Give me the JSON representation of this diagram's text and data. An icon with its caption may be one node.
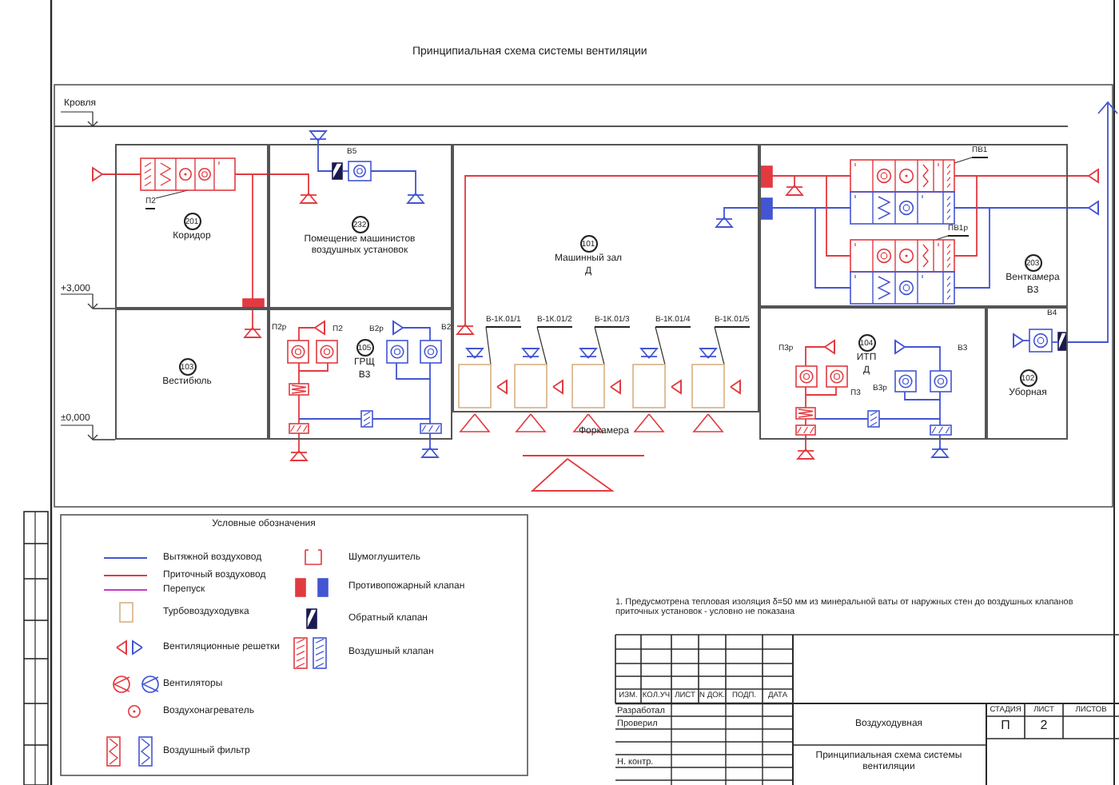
{
  "diagram": {
    "title": "Принципиальная схема системы вентиляции",
    "nodes": [
      {
        "text": [
          "201",
          "Коридор"
        ]
      },
      {
        "text": [
          "232",
          "Помещение машинистов воздушных установок"
        ]
      },
      {
        "text": [
          "101",
          "Машинный зал",
          "Д"
        ]
      },
      {
        "text": [
          "203",
          "Венткамера",
          "В3"
        ]
      },
      {
        "text": [
          "103",
          "Вестибюль"
        ]
      },
      {
        "text": [
          "105",
          "ГРЩ",
          "В3"
        ]
      },
      {
        "text": [
          "104",
          "ИТП",
          "Д"
        ]
      },
      {
        "text": [
          "102",
          "Уборная"
        ]
      },
      {
        "text": [
          "П2"
        ],
        "in": 0
      },
      {
        "text": [
          "ПВ1"
        ],
        "in": 3
      },
      {
        "text": [
          "ПВ1р"
        ],
        "in": 3
      },
      {
        "text": [
          "В-1К.01/1"
        ],
        "in": 2
      },
      {
        "text": [
          "В-1К.01/2"
        ],
        "in": 2
      },
      {
        "text": [
          "В-1К.01/3"
        ],
        "in": 2
      },
      {
        "text": [
          "В-1К.01/4"
        ],
        "in": 2
      },
      {
        "text": [
          "В-1К.01/5"
        ],
        "in": 2
      },
      {
        "text": [],
        "shape": "box",
        "in": 0
      },
      {
        "text": [],
        "shape": "box",
        "in": 3
      },
      {
        "text": [],
        "shape": "box",
        "in": 3
      },
      {
        "text": [],
        "shape": "box",
        "in": 2
      },
      {
        "text": [],
        "shape": "box",
        "in": 2
      },
      {
        "text": [],
        "shape": "box",
        "in": 2
      },
      {
        "text": [],
        "shape": "box",
        "in": 2
      },
      {
        "text": [],
        "shape": "box",
        "in": 2
      }
    ],
    "edges": [
      {
        "from": 8,
        "to": 16,
        "arrow": "none"
      },
      {
        "from": 9,
        "to": 17,
        "arrow": "none"
      },
      {
        "from": 10,
        "to": 18,
        "arrow": "none"
      },
      {
        "from": 11,
        "to": 19,
        "arrow": "none"
      },
      {
        "from": 12,
        "to": 20,
        "arrow": "none"
      },
      {
        "from": 13,
        "to": 21,
        "arrow": "none"
      },
      {
        "from": 14,
        "to": 22,
        "arrow": "none"
      },
      {
        "from": 15,
        "to": 23,
        "arrow": "none"
      }
    ],
    "labels": [
      "Кровля",
      "+3,000",
      "±0,000",
      "В5",
      "П2р",
      "П2",
      "В2р",
      "В2",
      "П3р",
      "П3",
      "В3р",
      "В3",
      "В4",
      "Форкамера",
      "1. Предусмотрена тепловая изоляция δ=50 мм из минеральной ваты от наружных стен до воздушных клапанов приточных установок - условно не показана",
      "ИЗМ.",
      "КОЛ.УЧ",
      "ЛИСТ",
      "N ДОК.",
      "ПОДП.",
      "ДАТА",
      "Разработал",
      "Проверил",
      "Н. контр.",
      "Воздуходувная",
      "СТАДИЯ",
      "ЛИСТ",
      "ЛИСТОВ",
      "П",
      "2",
      "Принципиальная схема системы вентиляции",
      "Условные обозначения"
    ],
    "legend": [
      {
        "text": "Вытяжной воздуховод"
      },
      {
        "text": "Приточный воздуховод"
      },
      {
        "text": "Перепуск"
      },
      {
        "text": "Турбовоздуходувка"
      },
      {
        "text": "Вентиляционные решетки"
      },
      {
        "text": "Вентиляторы"
      },
      {
        "text": "Воздухонагреватель"
      },
      {
        "text": "Воздушный фильтр"
      },
      {
        "text": "Шумоглушитель"
      },
      {
        "text": "Противопожарный клапан"
      },
      {
        "text": "Обратный клапан"
      },
      {
        "text": "Воздушный клапан"
      }
    ]
  }
}
